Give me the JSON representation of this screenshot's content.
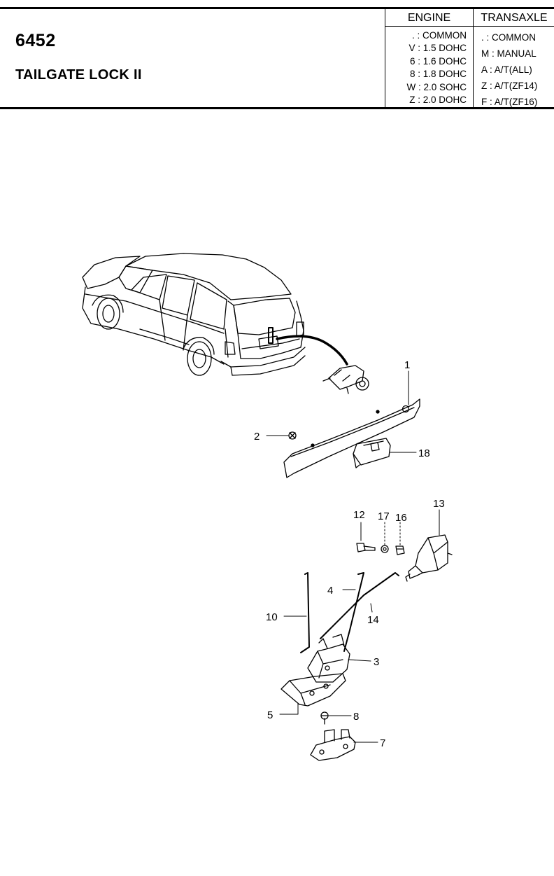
{
  "header": {
    "code": "6452",
    "title": "TAILGATE LOCK II"
  },
  "engine_legend": {
    "heading": "ENGINE",
    "rows": [
      ". : COMMON",
      "V : 1.5 DOHC",
      "6 : 1.6 DOHC",
      "8 : 1.8 DOHC",
      "W : 2.0 SOHC",
      "Z : 2.0 DOHC"
    ]
  },
  "transaxle_legend": {
    "heading": "TRANSAXLE",
    "rows": [
      ". : COMMON",
      "M : MANUAL",
      "A : A/T(ALL)",
      "Z : A/T(ZF14)",
      "F : A/T(ZF16)"
    ]
  },
  "callouts": {
    "c1": "1",
    "c2": "2",
    "c3": "3",
    "c4": "4",
    "c5": "5",
    "c7": "7",
    "c8": "8",
    "c10": "10",
    "c12": "12",
    "c13": "13",
    "c14": "14",
    "c16": "16",
    "c17": "17",
    "c18": "18"
  }
}
